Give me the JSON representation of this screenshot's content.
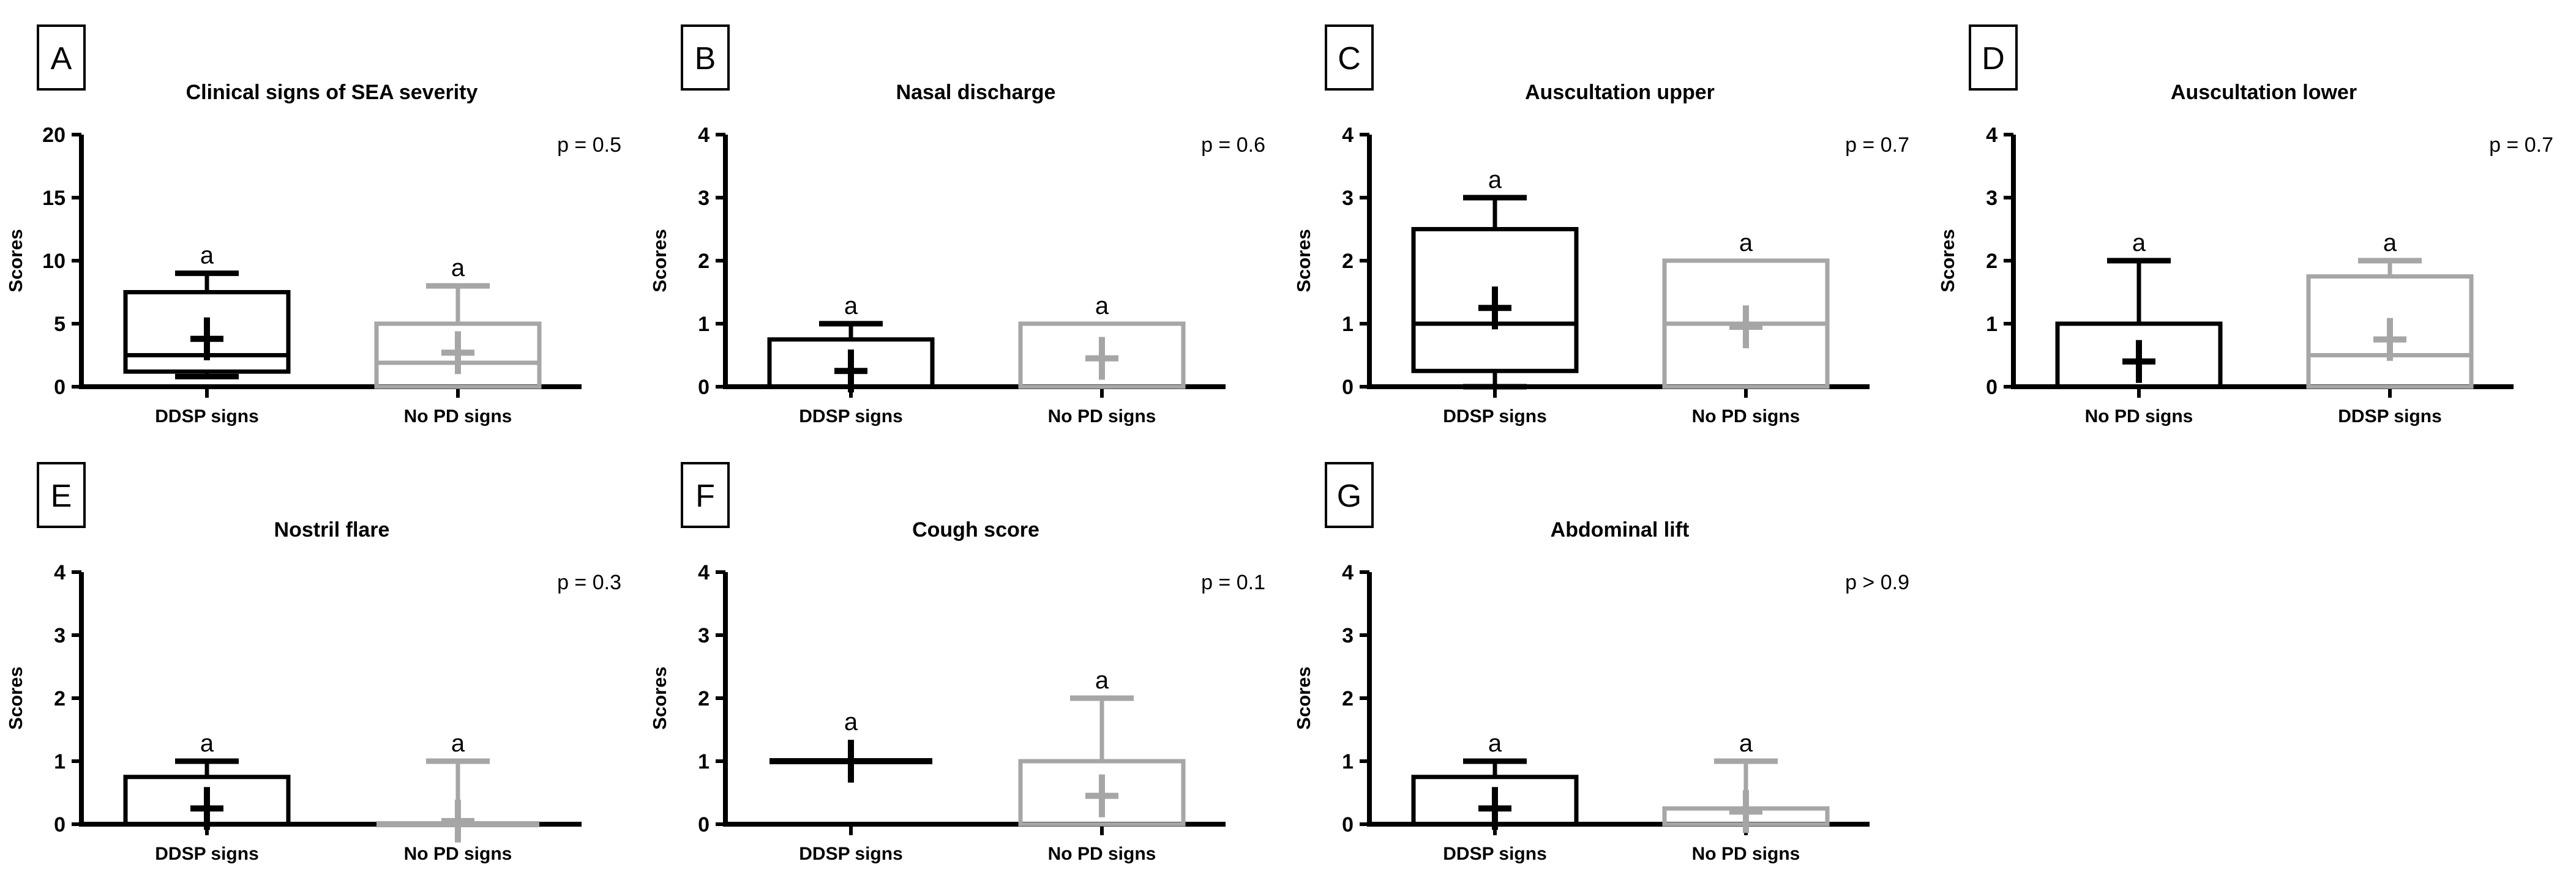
{
  "figure": {
    "description": "Seven-panel box plot figure comparing clinical scores between horses with DDSP signs and horses with no PD signs",
    "group_colors": {
      "first": "#000000",
      "second": "#a6a6a6"
    },
    "sig_letter_color": "#000000"
  },
  "chart_data": [
    {
      "type": "box",
      "id": "A",
      "row": 0,
      "col": 0,
      "title": "Clinical signs of SEA severity",
      "p_label": "p = 0.5",
      "ylabel": "Scores",
      "ylim": [
        0,
        20
      ],
      "yticks": [
        0,
        5,
        10,
        15,
        20
      ],
      "legend_position": "none",
      "grid": false,
      "groups": [
        {
          "label": "DDSP signs",
          "color": "#000000",
          "q1": 1.2,
          "median": 2.5,
          "q3": 7.5,
          "whisker_low": 0.8,
          "whisker_high": 9,
          "mean": 3.8,
          "sig_letter": "a"
        },
        {
          "label": "No PD signs",
          "color": "#a6a6a6",
          "q1": 0,
          "median": 1.9,
          "q3": 5,
          "whisker_low": null,
          "whisker_high": 8,
          "mean": 2.7,
          "sig_letter": "a"
        }
      ]
    },
    {
      "type": "box",
      "id": "B",
      "row": 0,
      "col": 1,
      "title": "Nasal discharge",
      "p_label": "p = 0.6",
      "ylabel": "Scores",
      "ylim": [
        0,
        4
      ],
      "yticks": [
        0,
        1,
        2,
        3,
        4
      ],
      "legend_position": "none",
      "grid": false,
      "groups": [
        {
          "label": "DDSP signs",
          "color": "#000000",
          "q1": 0,
          "median": null,
          "q3": 0.75,
          "whisker_low": null,
          "whisker_high": 1,
          "mean": 0.25,
          "sig_letter": "a"
        },
        {
          "label": "No PD signs",
          "color": "#a6a6a6",
          "q1": 0,
          "median": null,
          "q3": 1,
          "whisker_low": null,
          "whisker_high": null,
          "mean": 0.45,
          "sig_letter": "a"
        }
      ]
    },
    {
      "type": "box",
      "id": "C",
      "row": 0,
      "col": 2,
      "title": "Auscultation upper",
      "p_label": "p = 0.7",
      "ylabel": "Scores",
      "ylim": [
        0,
        4
      ],
      "yticks": [
        0,
        1,
        2,
        3,
        4
      ],
      "legend_position": "none",
      "grid": false,
      "groups": [
        {
          "label": "DDSP signs",
          "color": "#000000",
          "q1": 0.25,
          "median": 1,
          "q3": 2.5,
          "whisker_low": 0,
          "whisker_high": 3,
          "mean": 1.25,
          "sig_letter": "a"
        },
        {
          "label": "No PD signs",
          "color": "#a6a6a6",
          "q1": 0,
          "median": 1,
          "q3": 2,
          "whisker_low": null,
          "whisker_high": null,
          "mean": 0.95,
          "sig_letter": "a"
        }
      ]
    },
    {
      "type": "box",
      "id": "D",
      "row": 0,
      "col": 3,
      "title": "Auscultation lower",
      "p_label": "p = 0.7",
      "ylabel": "Scores",
      "ylim": [
        0,
        4
      ],
      "yticks": [
        0,
        1,
        2,
        3,
        4
      ],
      "legend_position": "none",
      "grid": false,
      "groups": [
        {
          "label": "No PD signs",
          "color": "#000000",
          "q1": 0,
          "median": null,
          "q3": 1,
          "whisker_low": null,
          "whisker_high": 2,
          "mean": 0.4,
          "sig_letter": "a"
        },
        {
          "label": "DDSP signs",
          "color": "#a6a6a6",
          "q1": 0,
          "median": 0.5,
          "q3": 1.75,
          "whisker_low": null,
          "whisker_high": 2,
          "mean": 0.75,
          "sig_letter": "a"
        }
      ]
    },
    {
      "type": "box",
      "id": "E",
      "row": 1,
      "col": 0,
      "title": "Nostril flare",
      "p_label": "p = 0.3",
      "ylabel": "Scores",
      "ylim": [
        0,
        4
      ],
      "yticks": [
        0,
        1,
        2,
        3,
        4
      ],
      "legend_position": "none",
      "grid": false,
      "groups": [
        {
          "label": "DDSP signs",
          "color": "#000000",
          "q1": 0,
          "median": null,
          "q3": 0.75,
          "whisker_low": null,
          "whisker_high": 1,
          "mean": 0.25,
          "sig_letter": "a"
        },
        {
          "label": "No PD signs",
          "color": "#a6a6a6",
          "q1": 0,
          "median": null,
          "q3": 0,
          "whisker_low": null,
          "whisker_high": 1,
          "mean": 0.05,
          "sig_letter": "a"
        }
      ]
    },
    {
      "type": "box",
      "id": "F",
      "row": 1,
      "col": 1,
      "title": "Cough score",
      "p_label": "p = 0.1",
      "ylabel": "Scores",
      "ylim": [
        0,
        4
      ],
      "yticks": [
        0,
        1,
        2,
        3,
        4
      ],
      "legend_position": "none",
      "grid": false,
      "groups": [
        {
          "label": "DDSP signs",
          "color": "#000000",
          "q1": 1,
          "median": null,
          "q3": 1,
          "whisker_low": null,
          "whisker_high": null,
          "mean": 1,
          "sig_letter": "a"
        },
        {
          "label": "No PD signs",
          "color": "#a6a6a6",
          "q1": 0,
          "median": null,
          "q3": 1,
          "whisker_low": null,
          "whisker_high": 2,
          "mean": 0.45,
          "sig_letter": "a"
        }
      ]
    },
    {
      "type": "box",
      "id": "G",
      "row": 1,
      "col": 2,
      "title": "Abdominal lift",
      "p_label": "p > 0.9",
      "ylabel": "Scores",
      "ylim": [
        0,
        4
      ],
      "yticks": [
        0,
        1,
        2,
        3,
        4
      ],
      "legend_position": "none",
      "grid": false,
      "groups": [
        {
          "label": "DDSP signs",
          "color": "#000000",
          "q1": 0,
          "median": null,
          "q3": 0.75,
          "whisker_low": null,
          "whisker_high": 1,
          "mean": 0.25,
          "sig_letter": "a"
        },
        {
          "label": "No PD signs",
          "color": "#a6a6a6",
          "q1": 0,
          "median": null,
          "q3": 0.25,
          "whisker_low": null,
          "whisker_high": 1,
          "mean": 0.2,
          "sig_letter": "a"
        }
      ]
    }
  ]
}
